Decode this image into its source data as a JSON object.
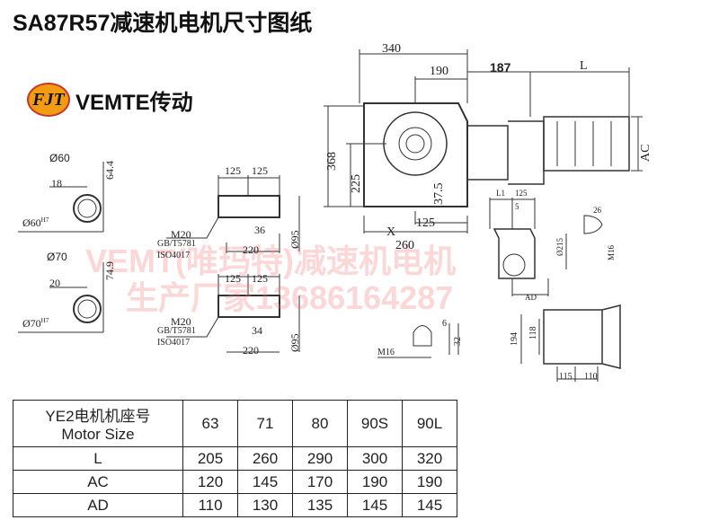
{
  "title": "SA87R57减速机电机尺寸图纸",
  "logo": {
    "mark": "FJT",
    "text": "VEMTE传动"
  },
  "watermark": {
    "line1": "VEMT(唯玛特)减速机电机",
    "line2": "生产厂家13686164287"
  },
  "dims": {
    "main": {
      "d340": "340",
      "d190": "190",
      "d187": "187",
      "L": "L",
      "AC": "AC",
      "d368": "368",
      "d225": "225",
      "d37_5": "37.5",
      "d125": "125",
      "X": "X",
      "d260": "260"
    },
    "shaft60": {
      "title": "Ø60",
      "w": "18",
      "h": "64.4",
      "bore": "Ø60",
      "tol": "H7"
    },
    "shaft70": {
      "title": "Ø70",
      "w": "20",
      "h": "74.9",
      "bore": "Ø70",
      "tol": "H7"
    },
    "sleeve1": {
      "a": "125",
      "b": "125",
      "bolt": "M20",
      "std1": "GB/T5781",
      "std2": "ISO4017",
      "depth": "36",
      "len": "220",
      "dia": "Ø95"
    },
    "sleeve2": {
      "a": "125",
      "b": "125",
      "bolt": "M20",
      "std1": "GB/T5781",
      "std2": "ISO4017",
      "depth": "34",
      "len": "220",
      "dia": "Ø95"
    },
    "side": {
      "L1": "L1",
      "d125": "125",
      "d5": "5",
      "d215": "Ø215",
      "AD": "AD"
    },
    "thread1": {
      "d26": "26",
      "M16": "M16"
    },
    "thread2": {
      "d6": "6",
      "d32": "32",
      "M16": "M16"
    },
    "bottom": {
      "d194": "194",
      "d118": "118",
      "d115": "115",
      "d110": "110"
    }
  },
  "table": {
    "header_cn": "YE2电机机座号",
    "header_en": "Motor Size",
    "sizes": [
      "63",
      "71",
      "80",
      "90S",
      "90L"
    ],
    "rows": [
      {
        "label": "L",
        "values": [
          "205",
          "260",
          "290",
          "300",
          "320"
        ]
      },
      {
        "label": "AC",
        "values": [
          "120",
          "145",
          "170",
          "190",
          "190"
        ]
      },
      {
        "label": "AD",
        "values": [
          "110",
          "130",
          "135",
          "145",
          "145"
        ]
      }
    ]
  }
}
